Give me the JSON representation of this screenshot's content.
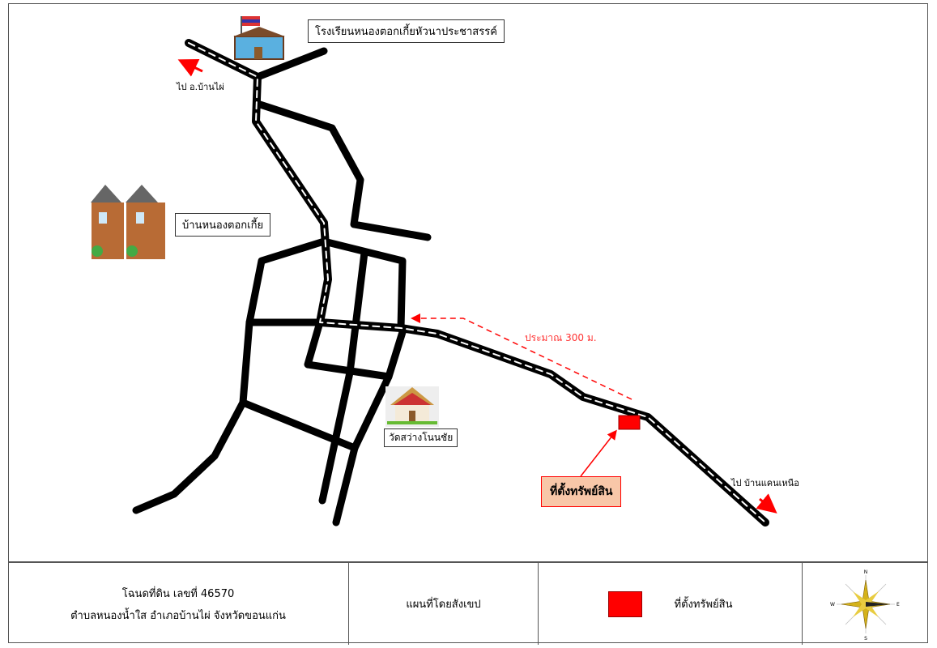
{
  "labels": {
    "school": "โรงเรียนหนองตอกเกี้ยหัวนาประชาสรรค์",
    "village": "บ้านหนองตอกเกี้ย",
    "temple": "วัดสว่างโนนชัย",
    "property": "ที่ตั้งทรัพย์สิน",
    "to_ban_phai": "ไป อ.บ้านไผ่",
    "to_ban_khaen": "ไป บ้านแคนเหนือ",
    "distance": "ประมาณ 300 ม."
  },
  "legend": {
    "deed_line1": "โฉนดที่ดิน เลขที่ 46570",
    "deed_line2": "ตำบลหนองน้ำใส อำเภอบ้านไผ่ จังหวัดขอนแก่น",
    "map_title": "แผนที่โดยสังเขป",
    "property_label": "ที่ตั้งทรัพย์สิน",
    "compass": {
      "n": "N",
      "s": "S",
      "e": "E",
      "w": "W"
    }
  },
  "colors": {
    "property": "#ff0000",
    "property_label_bg": "#f8c7a8",
    "road": "#000000",
    "annotation": "#ff0000"
  },
  "icons": [
    "school-icon",
    "house-icon",
    "temple-icon",
    "compass-rose-icon"
  ]
}
